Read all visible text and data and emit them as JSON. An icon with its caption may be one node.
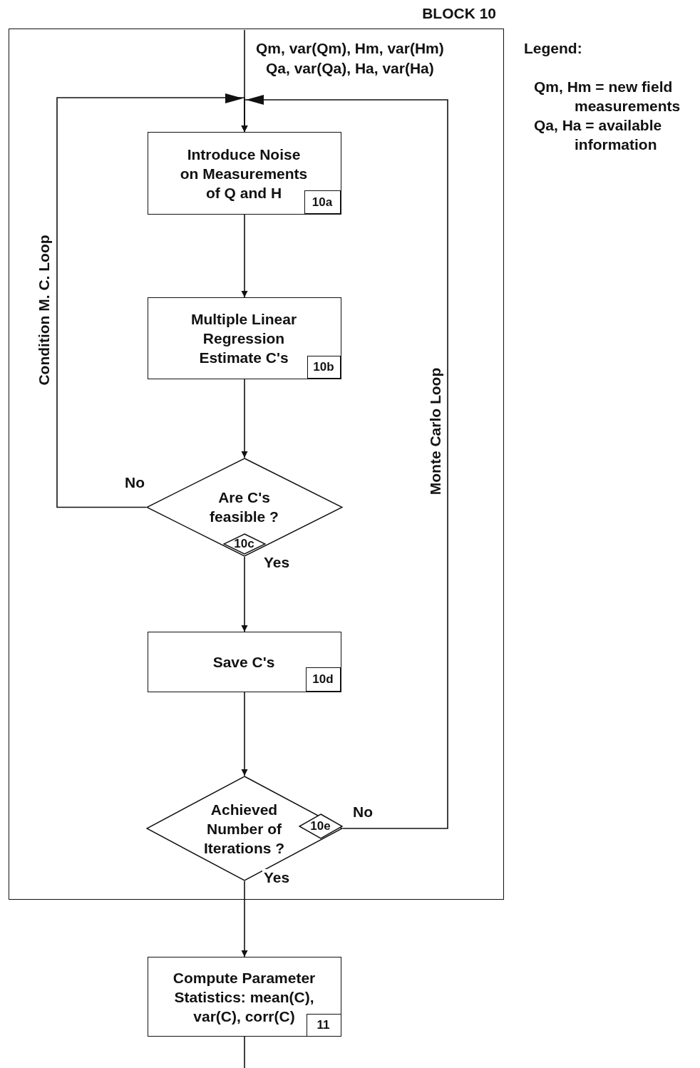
{
  "diagram": {
    "nodes": [
      {
        "text": [
          "BLOCK 10"
        ]
      },
      {
        "text": [
          "Introduce Noise on Measurements of Q and H"
        ],
        "in": 0
      },
      {
        "text": [
          "10a"
        ],
        "in": 1
      },
      {
        "text": [
          "Multiple Linear Regression Estimate C's"
        ],
        "in": 0
      },
      {
        "text": [
          "10b"
        ],
        "in": 3
      },
      {
        "text": [
          "Are C's feasible ?"
        ],
        "in": 0
      },
      {
        "text": [
          "10c"
        ],
        "in": 5
      },
      {
        "text": [
          "Save C's"
        ],
        "in": 0
      },
      {
        "text": [
          "10d"
        ],
        "in": 7
      },
      {
        "text": [
          "Achieved Number of Iterations ?"
        ],
        "in": 0
      },
      {
        "text": [
          "10e"
        ],
        "in": 9
      },
      {
        "text": [
          "Compute Parameter Statistics:  mean(C), var(C), corr(C)"
        ]
      },
      {
        "text": [
          "11"
        ],
        "in": 11
      }
    ],
    "edges": [
      {
        "from": null,
        "to": 1,
        "arrow": "to"
      },
      {
        "from": 1,
        "to": 3,
        "arrow": "to"
      },
      {
        "from": 3,
        "to": 5,
        "arrow": "to"
      },
      {
        "from": 5,
        "to": 7,
        "arrow": "to",
        "label": "Yes"
      },
      {
        "from": 7,
        "to": 9,
        "arrow": "to"
      },
      {
        "from": 9,
        "to": 11,
        "arrow": "to",
        "label": "Yes"
      },
      {
        "from": 5,
        "to": 1,
        "arrow": "to",
        "label": "Condition M. C. Loop"
      },
      {
        "from": 9,
        "to": 1,
        "arrow": "to",
        "label": "Monte Carlo Loop"
      },
      {
        "from": 11,
        "to": null,
        "arrow": "none"
      }
    ],
    "labels": [
      "Qm, var(Qm),  Hm, var(Hm)",
      "Qa, var(Qa),  Ha, var(Ha)",
      "Legend:",
      "Qm, Hm = new field measurements",
      "Qa, Ha = available information",
      "No",
      "No"
    ]
  }
}
